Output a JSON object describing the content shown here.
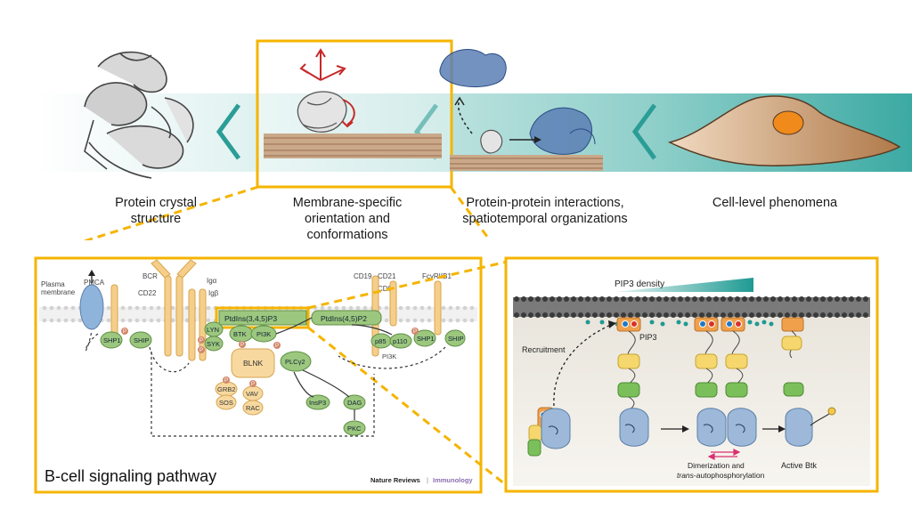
{
  "top": {
    "captions": [
      {
        "lines": [
          "Protein crystal",
          "structure"
        ]
      },
      {
        "lines": [
          "Membrane-specific",
          "orientation and",
          "conformations"
        ]
      },
      {
        "lines": [
          "Protein-protein interactions,",
          "spatiotemporal organizations"
        ]
      },
      {
        "lines": [
          "Cell-level phenomena"
        ]
      }
    ]
  },
  "pathway": {
    "title": "B-cell signaling pathway",
    "credit_a": "Nature Reviews",
    "credit_sep": " | ",
    "credit_b": "Immunology",
    "labels": {
      "plasma": "Plasma",
      "membrane": "membrane",
      "pmca": "PMCA",
      "bcr": "BCR",
      "cd22": "CD22",
      "iga": "Igα",
      "igb": "Igβ",
      "cd19": "CD19",
      "cd21": "CD21",
      "cd81": "CD81",
      "fcr": "FcγRIIB1",
      "ptd345": "PtdIns(3,4,5)P3",
      "ptd45": "PtdIns(4,5)P2",
      "btk": "BTK",
      "pi3k_node": "PI3K",
      "lyn": "LYN",
      "syk": "SYK",
      "blnk": "BLNK",
      "plcg2": "PLCγ2",
      "grb2": "GRB2",
      "sos": "SOS",
      "vav": "VAV",
      "rac": "RAC",
      "shp1_left": "SHP1",
      "ship_left": "SHIP",
      "shp1_right": "SHP1",
      "ship_right": "SHIP",
      "p85": "p85",
      "p110": "p110",
      "pi3k_label": "PI3K",
      "insp3": "InsP3",
      "dag": "DAG",
      "pkc": "PKC",
      "p": "P"
    }
  },
  "btk": {
    "density_label": "PIP3 density",
    "pip3_label": "PIP3",
    "recruitment": "Recruitment",
    "dimer_line1": "Dimerization and",
    "dimer_line2_em": "trans",
    "dimer_line2_rest": "-autophosphorylation",
    "active": "Active Btk"
  },
  "colors": {
    "frame": "#f5b400",
    "teal": "#2a9d96",
    "teal_light": "#cfe9e7",
    "protein_green": "#7bbf5a",
    "protein_yellow": "#f5d76e",
    "protein_blue": "#9db8d8",
    "node_green": "#9cc77e",
    "node_orange": "#f7d9a0"
  }
}
